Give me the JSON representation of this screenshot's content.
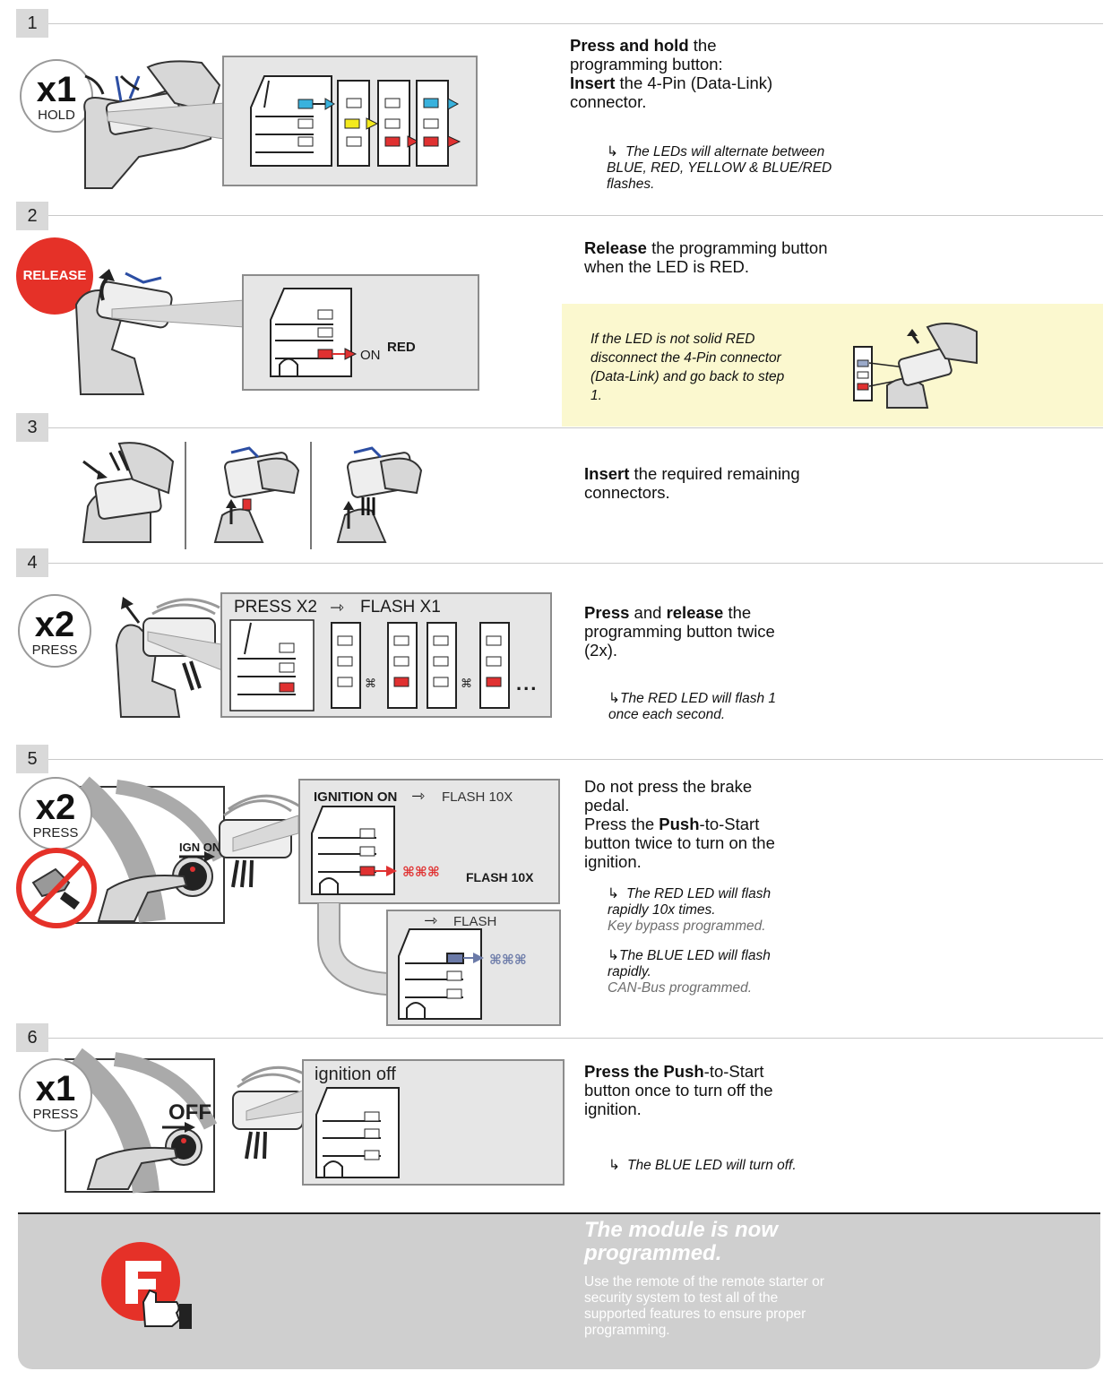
{
  "steps": [
    {
      "number": "1",
      "badge_count": "x1",
      "badge_label": "HOLD",
      "instruction": {
        "b1": "Press and hold",
        "t1": " the programming button:",
        "b2": "Insert",
        "t2": " the 4-Pin (Data-Link) connector."
      },
      "note": "The LEDs will alternate between BLUE, RED, YELLOW & BLUE/RED flashes."
    },
    {
      "number": "2",
      "badge_label": "RELEASE",
      "led_on_label": "ON",
      "led_color_label": "RED",
      "instruction": {
        "b1": "Release",
        "t1": " the programming button when the LED is RED."
      },
      "tip": "If the LED is not solid RED disconnect the 4-Pin connector (Data-Link) and go back to step 1."
    },
    {
      "number": "3",
      "instruction": {
        "b1": "Insert",
        "t1": " the required remaining connectors."
      }
    },
    {
      "number": "4",
      "badge_count": "x2",
      "badge_label": "PRESS",
      "panel_press": "PRESS X2",
      "panel_flash": "FLASH X1",
      "ellipsis": "...",
      "instruction": {
        "b1": "Press",
        "t1": " and ",
        "b2": "release",
        "t2": " the programming button twice (2x)."
      },
      "note": "The RED LED will flash 1 once each second."
    },
    {
      "number": "5",
      "badge_count": "x2",
      "badge_label": "PRESS",
      "ign_on_label": "IGN ON",
      "panel_ignition": "IGNITION ON",
      "panel_flash10": "FLASH 10X",
      "panel_flash10_bold": "FLASH 10X",
      "panel2_flash": "FLASH",
      "instruction": {
        "t0": "Do not press the brake pedal.",
        "t1": "Press the ",
        "b1": "Push",
        "t2": "-to-Start button twice to turn on the ignition."
      },
      "note1": "The RED LED will flash rapidly 10x times.",
      "note1_grey": "Key bypass programmed.",
      "note2": "The BLUE LED will flash rapidly.",
      "note2_grey": "CAN-Bus programmed."
    },
    {
      "number": "6",
      "badge_count": "x1",
      "badge_label": "PRESS",
      "off_label": "OFF",
      "panel_label": "ignition off",
      "instruction": {
        "b1": "Press the Push",
        "t1": "-to-Start button once to turn off the ignition."
      },
      "note": "The BLUE LED will turn off."
    }
  ],
  "final": {
    "title": "The module is now programmed.",
    "text": "Use the remote of the remote starter or security system to test all of the supported features to ensure proper programming."
  },
  "colors": {
    "blue_led": "#39b2dd",
    "red_led": "#e03131",
    "yellow_led": "#f4ea1d",
    "tip_bg": "#fbf8cf",
    "release_red": "#e53128"
  }
}
